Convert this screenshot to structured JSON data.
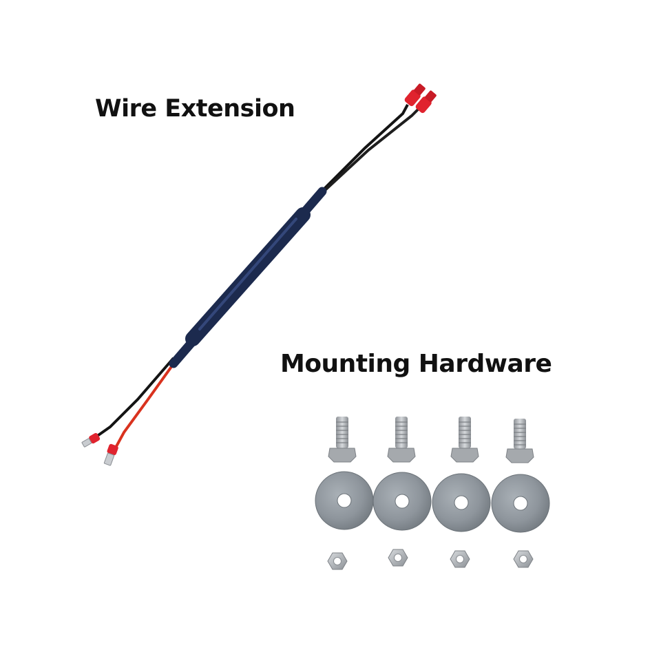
{
  "labels": {
    "wire_extension": "Wire Extension",
    "mounting_hardware": "Mounting Hardware"
  },
  "colors": {
    "background": "#ffffff",
    "text": "#111111",
    "sleeve": "#1c2a4e",
    "wire_black": "#141414",
    "wire_red": "#d9321e",
    "terminal_red": "#e0232e",
    "metal": "#b9bcc0",
    "washer": "#8e959c"
  },
  "hardware": {
    "bolts": 4,
    "washers": 4,
    "nuts": 4
  }
}
